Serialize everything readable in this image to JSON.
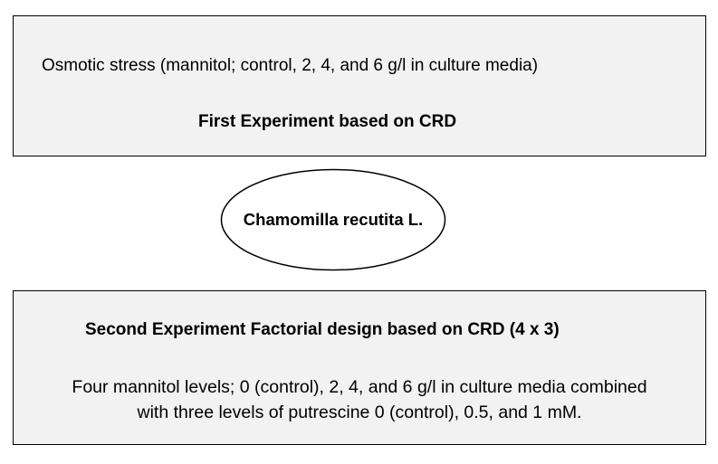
{
  "first_box": {
    "line": "Osmotic stress (mannitol; control, 2, 4, and 6 g/l in culture media)",
    "title": "First Experiment based on CRD"
  },
  "center": {
    "label": "Chamomilla recutita L."
  },
  "second_box": {
    "title": "Second Experiment Factorial design based on CRD (4 x 3)",
    "body_line1": "Four mannitol levels; 0 (control), 2, 4, and 6 g/l in culture media combined",
    "body_line2": "with three levels of putrescine 0 (control), 0.5, and 1 mM."
  }
}
